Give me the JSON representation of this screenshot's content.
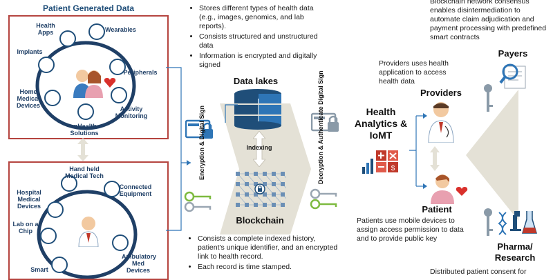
{
  "patient_generated": {
    "title": "Patient Generated Data",
    "top_devices": [
      "Health Apps",
      "Wearables",
      "Implants",
      "Peripherals",
      "Home Medical Devices",
      "Activity Monitoring",
      "mHealth Solutions"
    ],
    "bottom_devices": [
      "Hand held Medical Tech",
      "Connected Equipment",
      "Hospital Medical Devices",
      "Lab on a Chip",
      "Ambulatory Med Devices",
      "Smart"
    ]
  },
  "data_lakes": {
    "bullets": [
      "Stores different types of health data (e.g., images, genomics, and lab reports).",
      "Consists structured and unstructured data",
      "Information is encrypted and digitally signed"
    ],
    "title": "Data lakes"
  },
  "indexing_label": "Indexing",
  "encryption_label": "Encryption & Digital Sign",
  "decryption_label": "Decryption & Authenticate Digital Sign",
  "blockchain": {
    "title": "Blockchain",
    "bullets": [
      "Consists a complete indexed history, patient's unique identifier, and an encrypted link to health record.",
      "Each record is time stamped."
    ]
  },
  "analytics_title": "Health Analytics & IoMT",
  "providers": {
    "note": "Providers uses health application to access health data",
    "title": "Providers"
  },
  "patient": {
    "title": "Patient",
    "note": "Patients use mobile devices to assign access permission to data and to provide public key"
  },
  "payers": {
    "note": "Blockchain network consensus enables disintermediation to automate claim adjudication and payment processing with predefined smart contracts",
    "title": "Payers"
  },
  "pharma": {
    "title": "Pharma/ Research",
    "note": "Distributed patient consent for"
  },
  "colors": {
    "box_border": "#b5443f",
    "dark_blue": "#1f4e79",
    "light_blue": "#2e75b6",
    "green": "#7dba3f",
    "arrow_gray": "#e4e1d6"
  }
}
